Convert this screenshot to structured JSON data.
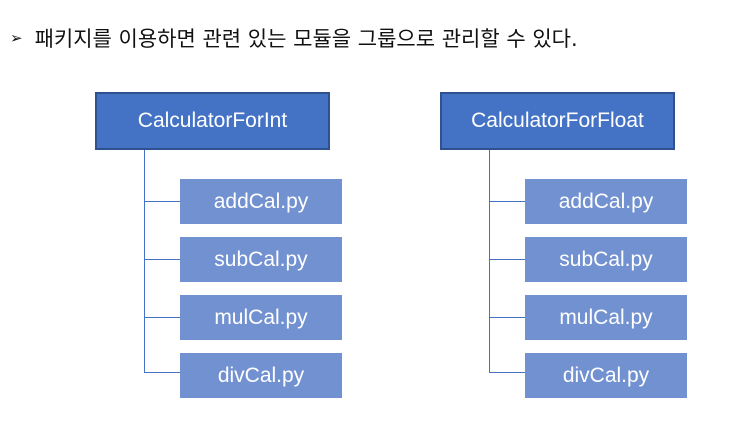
{
  "heading": {
    "bullet": "➢",
    "text": "패키지를 이용하면 관련 있는 모듈을 그룹으로 관리할 수 있다."
  },
  "packages": [
    {
      "name": "CalculatorForInt",
      "modules": [
        "addCal.py",
        "subCal.py",
        "mulCal.py",
        "divCal.py"
      ]
    },
    {
      "name": "CalculatorForFloat",
      "modules": [
        "addCal.py",
        "subCal.py",
        "mulCal.py",
        "divCal.py"
      ]
    }
  ],
  "colors": {
    "package_fill": "#4472c4",
    "package_border": "#2f528f",
    "module_fill": "#7291d1",
    "connector": "#4472c4"
  }
}
